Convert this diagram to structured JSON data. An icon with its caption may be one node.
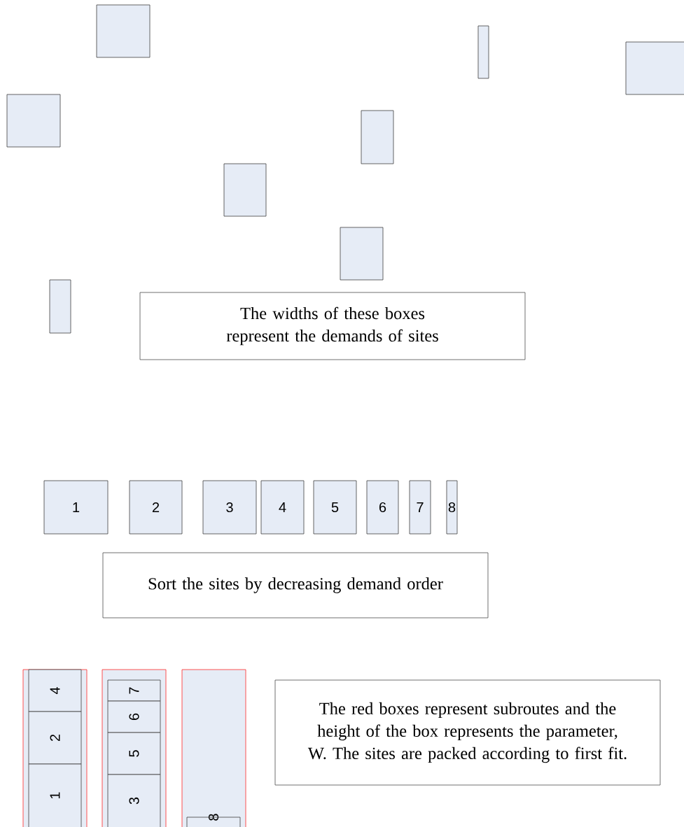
{
  "diagram": {
    "nodes": [
      {
        "text": [],
        "shape": "box"
      },
      {
        "text": [],
        "shape": "box"
      },
      {
        "text": [],
        "shape": "box"
      },
      {
        "text": [],
        "shape": "box"
      },
      {
        "text": [],
        "shape": "box"
      },
      {
        "text": [],
        "shape": "box"
      },
      {
        "text": [],
        "shape": "box"
      },
      {
        "text": [],
        "shape": "box"
      },
      {
        "text": [
          "The widths of these boxes represent the demands of sites"
        ]
      },
      {
        "text": [
          "1"
        ]
      },
      {
        "text": [
          "2"
        ]
      },
      {
        "text": [
          "3"
        ]
      },
      {
        "text": [
          "4"
        ]
      },
      {
        "text": [
          "5"
        ]
      },
      {
        "text": [
          "6"
        ]
      },
      {
        "text": [
          "7"
        ]
      },
      {
        "text": [
          "8"
        ]
      },
      {
        "text": [
          "Sort the sites by decreasing demand order"
        ]
      },
      {
        "text": [],
        "shape": "box"
      },
      {
        "text": [
          "4"
        ],
        "in": 18
      },
      {
        "text": [
          "2"
        ],
        "in": 18
      },
      {
        "text": [
          "1"
        ],
        "in": 18
      },
      {
        "text": [],
        "shape": "box"
      },
      {
        "text": [
          "7"
        ],
        "in": 22
      },
      {
        "text": [
          "6"
        ],
        "in": 22
      },
      {
        "text": [
          "5"
        ],
        "in": 22
      },
      {
        "text": [
          "3"
        ],
        "in": 22
      },
      {
        "text": [],
        "shape": "box"
      },
      {
        "text": [
          "8"
        ],
        "in": 27
      },
      {
        "text": [
          "The red boxes represent subroutes and the height of the box represents the parameter, W.  The sites are packed according to first fit."
        ]
      }
    ],
    "edges": []
  }
}
